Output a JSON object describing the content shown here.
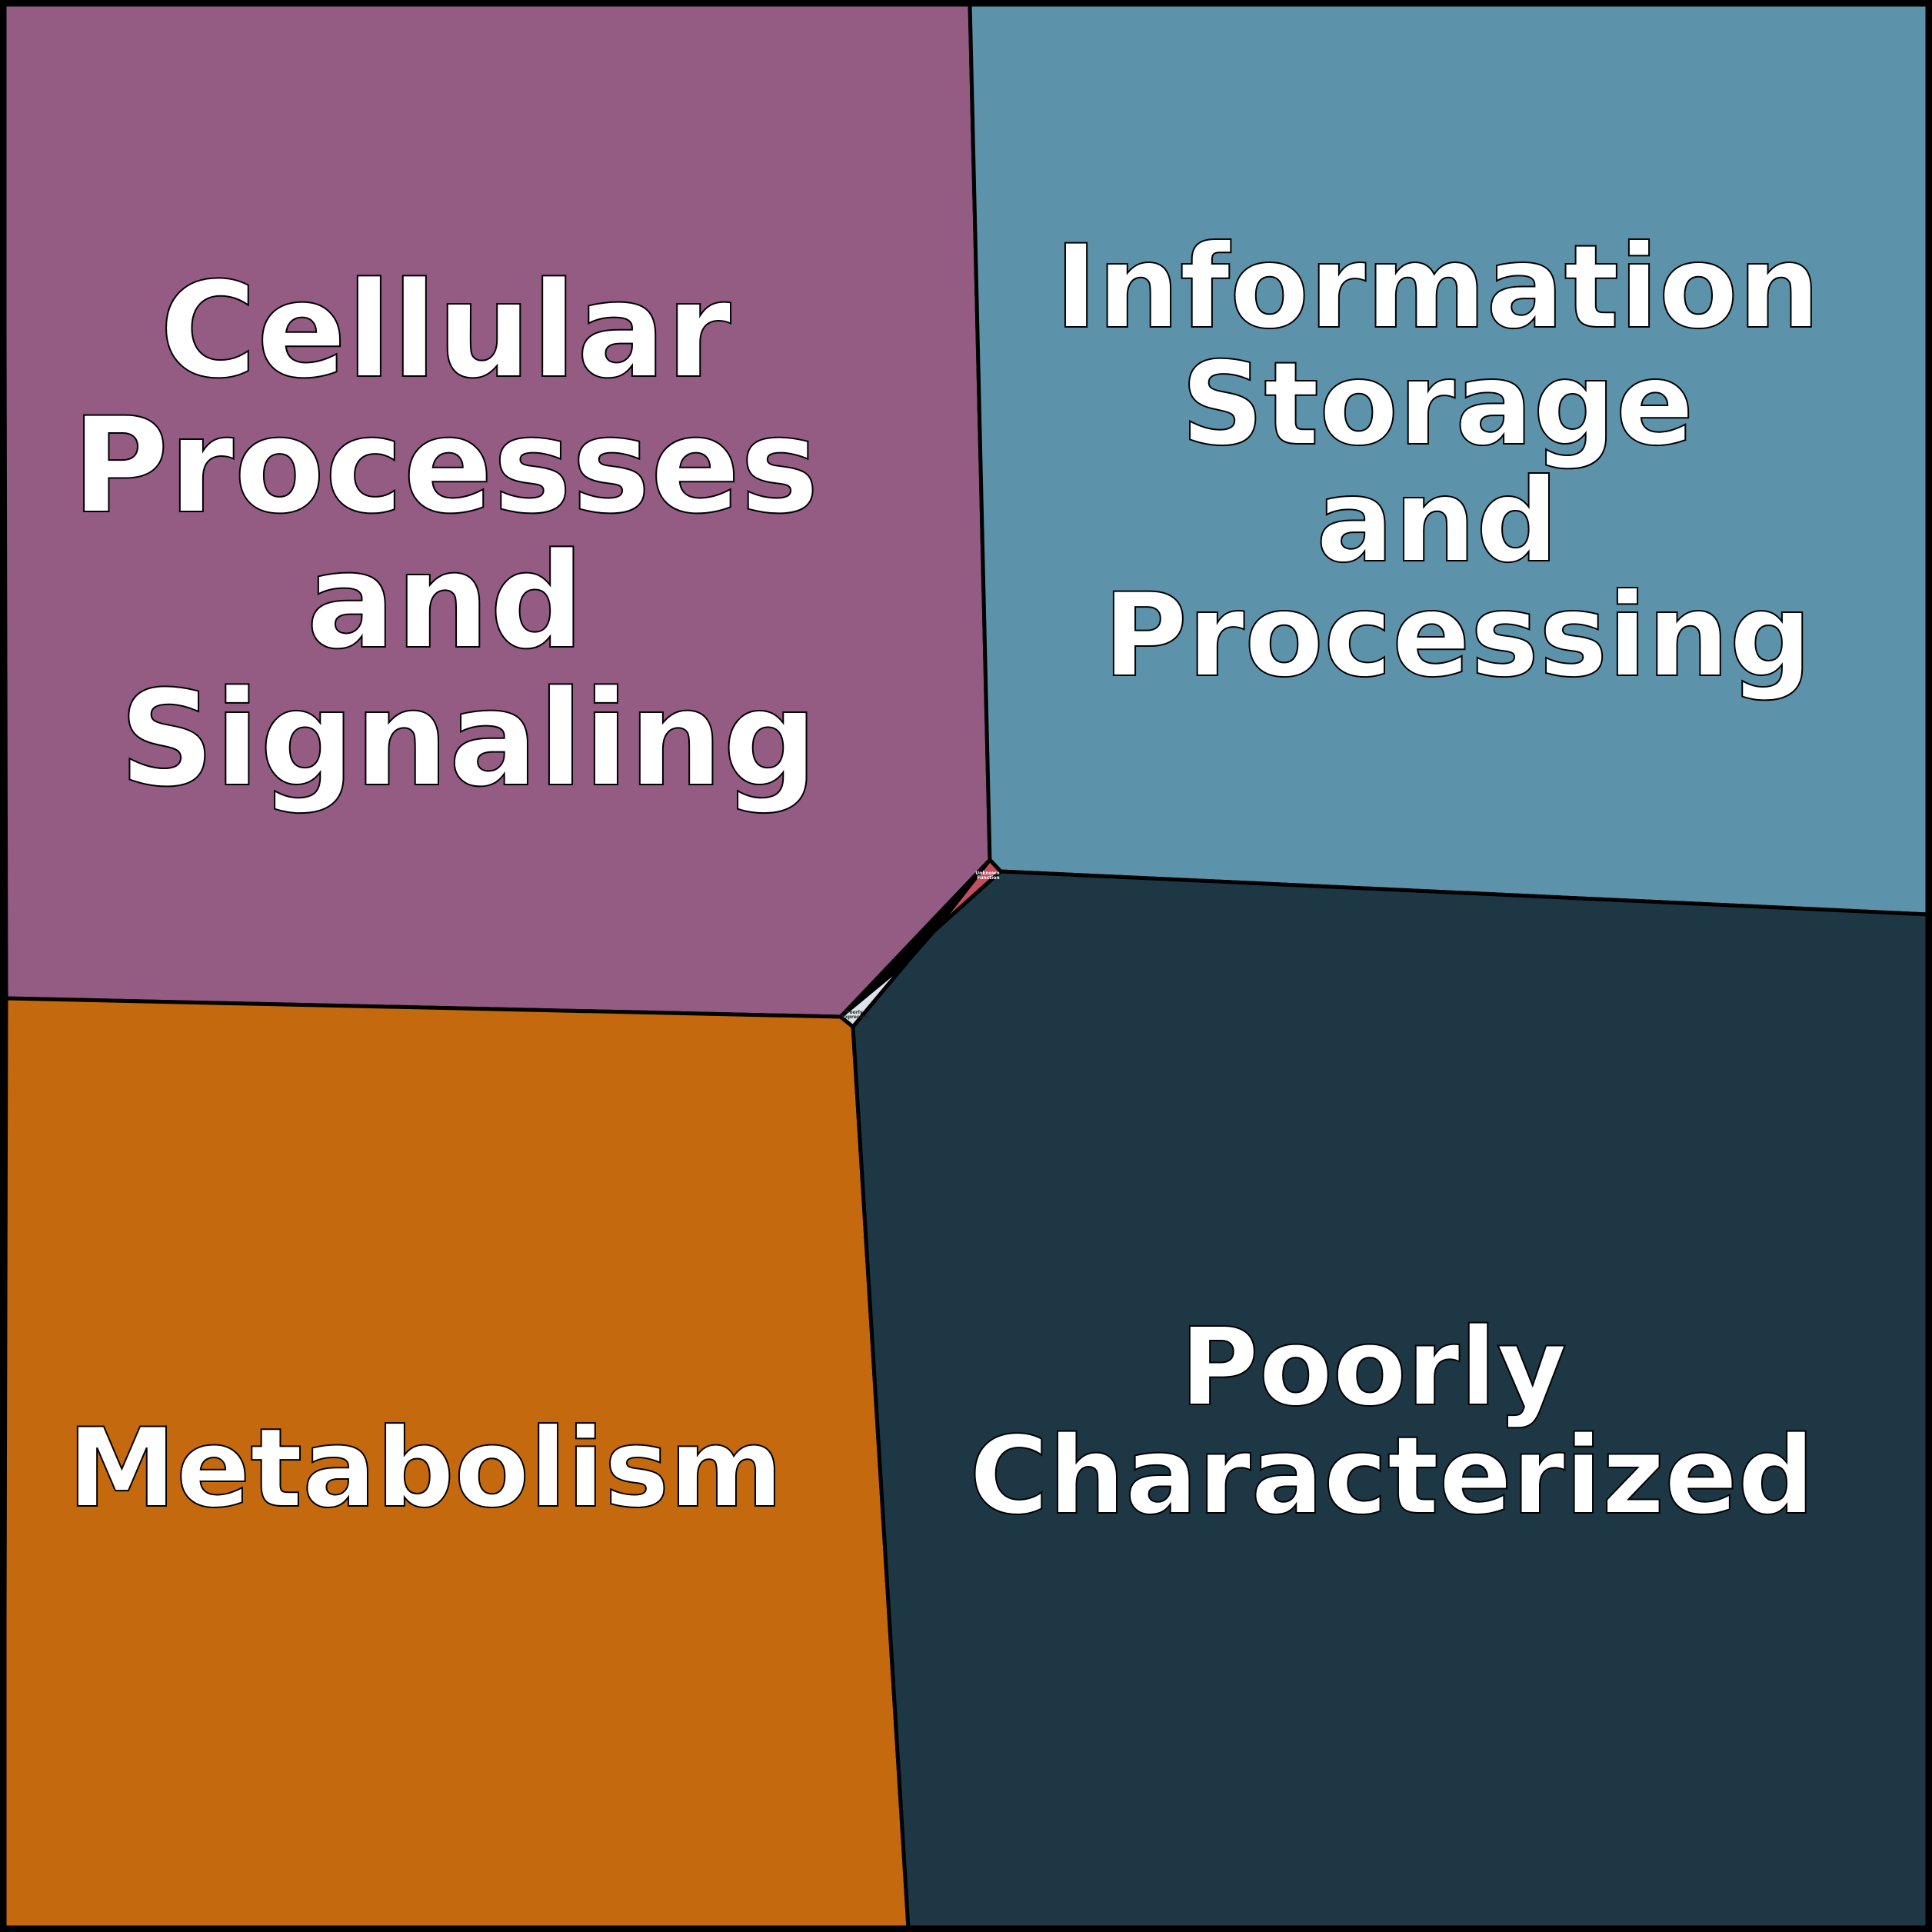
{
  "title": "Voronoi treemap of functional categories",
  "colors": {
    "cellular": "#945b83",
    "information": "#5d93aa",
    "metabolism": "#c5690f",
    "poorly": "#1d3744",
    "small_red": "#c24f60",
    "small_grey": "#dde3e8"
  },
  "cells": {
    "cellular": {
      "lines": [
        "Cellular",
        "Processes",
        "and",
        "Signaling"
      ]
    },
    "information": {
      "lines": [
        "Information",
        "Storage",
        "and",
        "Processing"
      ]
    },
    "metabolism": {
      "lines": [
        "Metabolism"
      ]
    },
    "poorly": {
      "lines": [
        "Poorly",
        "Characterized"
      ]
    },
    "small_red": {
      "lines": [
        "Unknown",
        "Function"
      ]
    },
    "small_grey": {
      "lines": [
        "Poorly",
        "Expressed"
      ]
    }
  }
}
